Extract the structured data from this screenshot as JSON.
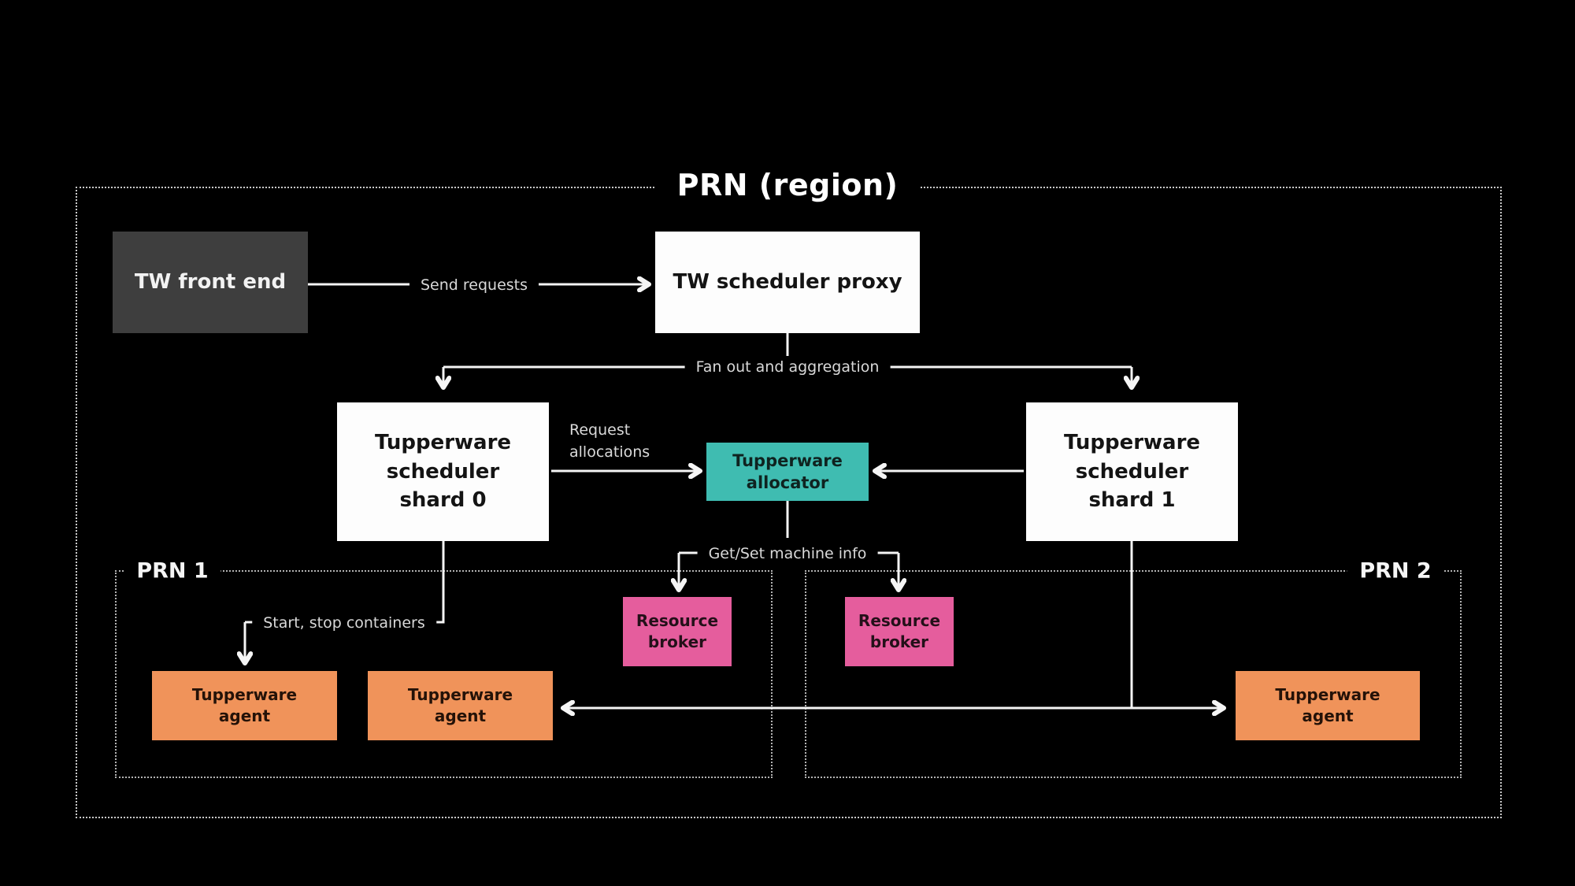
{
  "diagram": {
    "title": "PRN (region)",
    "regions": [
      {
        "id": "prn1",
        "label": "PRN 1"
      },
      {
        "id": "prn2",
        "label": "PRN 2"
      }
    ],
    "nodes": [
      {
        "id": "tw-front-end",
        "label": "TW front end",
        "color": "#3e3e3e"
      },
      {
        "id": "tw-scheduler-proxy",
        "label": "TW scheduler proxy",
        "color": "#fdfdfd"
      },
      {
        "id": "scheduler-shard-0",
        "label": "Tupperware\nscheduler\nshard 0",
        "color": "#fdfdfd"
      },
      {
        "id": "scheduler-shard-1",
        "label": "Tupperware\nscheduler\nshard 1",
        "color": "#fdfdfd"
      },
      {
        "id": "tupperware-allocator",
        "label": "Tupperware\nallocator",
        "color": "#3fbcb1"
      },
      {
        "id": "resource-broker-1",
        "label": "Resource\nbroker",
        "color": "#e55d9d"
      },
      {
        "id": "resource-broker-2",
        "label": "Resource\nbroker",
        "color": "#e55d9d"
      },
      {
        "id": "tupperware-agent-1",
        "label": "Tupperware\nagent",
        "color": "#f0935a"
      },
      {
        "id": "tupperware-agent-2",
        "label": "Tupperware\nagent",
        "color": "#f0935a"
      },
      {
        "id": "tupperware-agent-3",
        "label": "Tupperware\nagent",
        "color": "#f0935a"
      }
    ],
    "edge_labels": {
      "send_requests": "Send requests",
      "fan_out": "Fan out and aggregation",
      "request_allocations": "Request\nallocations",
      "get_set_machine_info": "Get/Set machine info",
      "start_stop_containers": "Start, stop containers"
    },
    "colors": {
      "background": "#000000",
      "wire": "#f5f5f5",
      "edge_label_text": "#d9d9d9",
      "region_border": "#c9c9c9",
      "front_end_box": "#3e3e3e",
      "white_box": "#fdfdfd",
      "allocator_teal": "#3fbcb1",
      "broker_pink": "#e55d9d",
      "agent_orange": "#f0935a"
    }
  }
}
